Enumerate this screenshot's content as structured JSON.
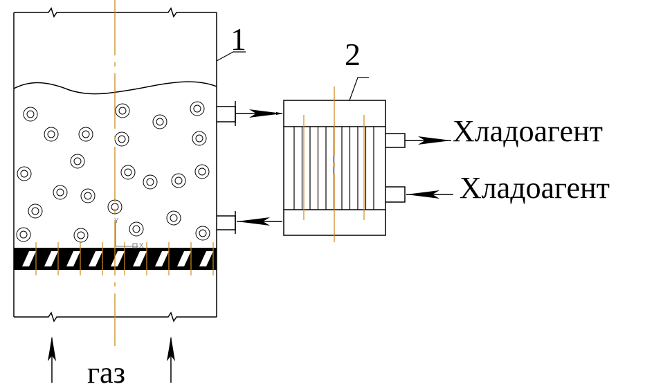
{
  "labels": {
    "apparatus_number": "1",
    "exchanger_number": "2",
    "coolant_out": "Хладоагент",
    "coolant_in": "Хладоагент",
    "gas": "газ"
  },
  "axis_marker": {
    "y": "Y",
    "x": "X"
  },
  "colors": {
    "line": "#000000",
    "centerline": "#d08a1e",
    "background": "#ffffff"
  }
}
